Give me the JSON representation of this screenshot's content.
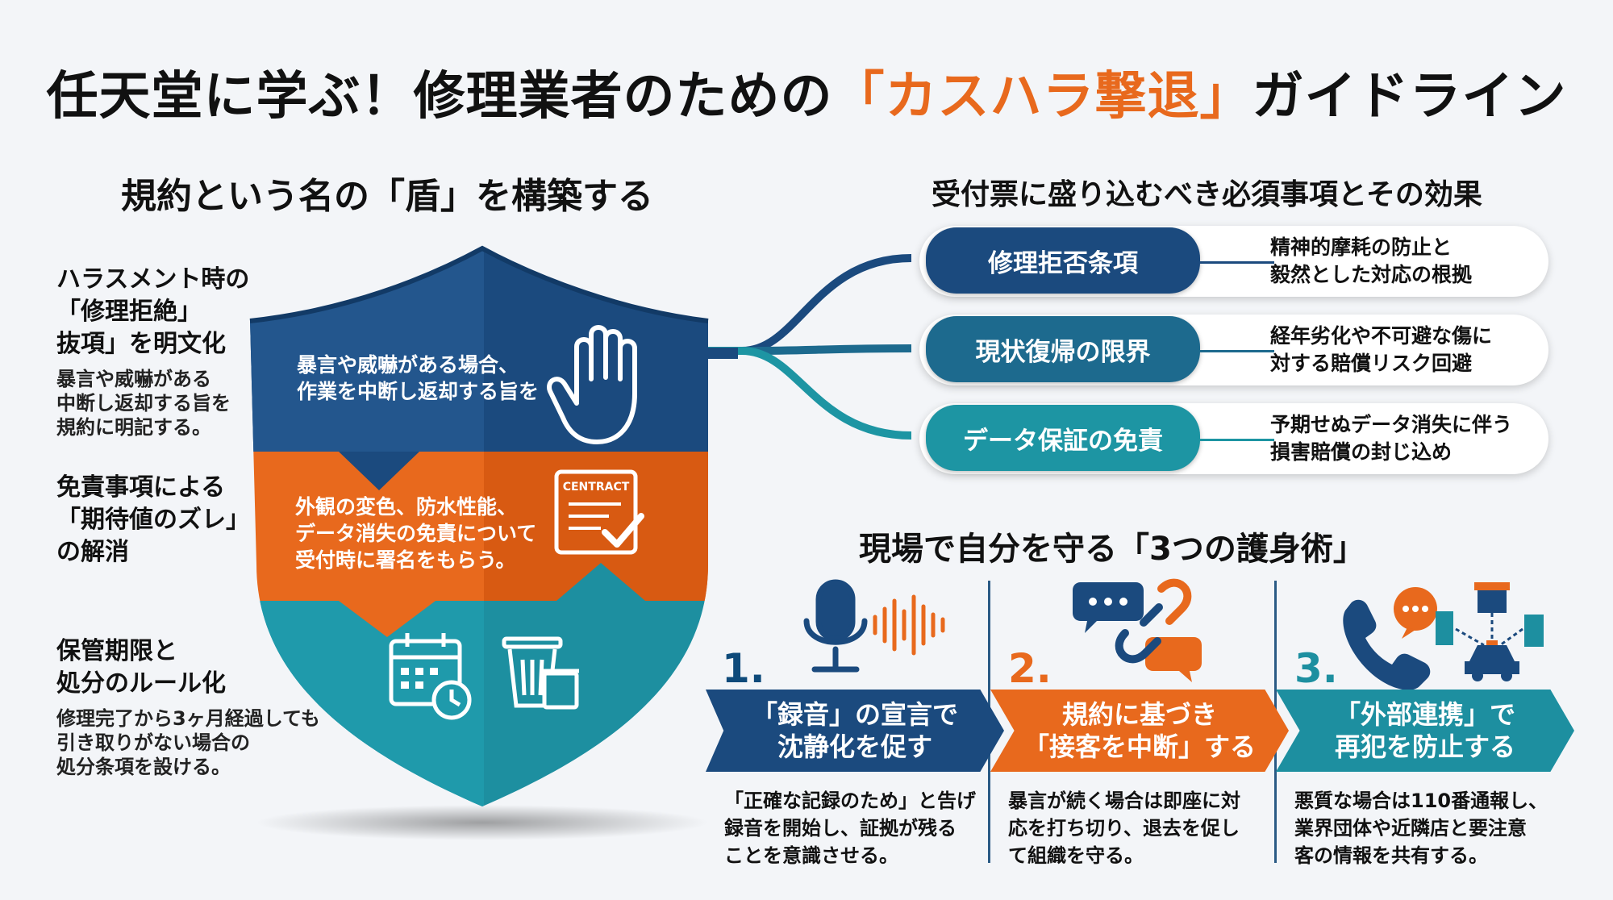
{
  "title": {
    "prefix": "任天堂に学ぶ！修理業者のための",
    "accent": "「カスハラ撃退」",
    "suffix": "ガイドライン",
    "accent_color": "#e8691d"
  },
  "left_heading": "規約という名の「盾」を構築する",
  "left_labels": [
    {
      "title_lines": [
        "ハラスメント時の",
        "「修理拒絶」",
        "抜項」を明文化"
      ],
      "desc_lines": [
        "暴言や威嚇がある",
        "中断し返却する旨を",
        "規約に明記する。"
      ]
    },
    {
      "title_lines": [
        "免責事項による",
        "「期待値のズレ」",
        "の解消"
      ],
      "desc_lines": []
    },
    {
      "title_lines": [
        "保管期限と",
        "処分のルール化"
      ],
      "desc_lines": [
        "修理完了から3ヶ月経過しても",
        "引き取りがない場合の",
        "処分条項を設ける。"
      ]
    }
  ],
  "shield": {
    "top_text": [
      "暴言や威嚇がある場合、",
      "作業を中断し返却する旨を"
    ],
    "middle_text": [
      "外観の変色、防水性能、",
      "データ消失の免責について",
      "受付時に署名をもらう。"
    ],
    "contract_label": "CENTRACT",
    "colors": {
      "navy": "#1b4a7e",
      "orange": "#e8691d",
      "teal": "#1d8fa0"
    },
    "icons": [
      "stop-hand-icon",
      "contract-check-icon",
      "calendar-clock-icon",
      "trash-bin-icon"
    ]
  },
  "right_heading": "受付票に盛り込むべき必須事項とその効果",
  "items": [
    {
      "label": "修理拒否条項",
      "desc": [
        "精神的摩耗の防止と",
        "毅然とした対応の根拠"
      ],
      "color": "#1b4a7e"
    },
    {
      "label": "現状復帰の限界",
      "desc": [
        "経年劣化や不可避な傷に",
        "対する賠償リスク回避"
      ],
      "color": "#1d6a8e"
    },
    {
      "label": "データ保証の免責",
      "desc": [
        "予期せぬデータ消失に伴う",
        "損害賠償の封じ込め"
      ],
      "color": "#1d95a3"
    }
  ],
  "tactics_heading": "現場で自分を守る「3つの護身術」",
  "tactics": [
    {
      "num": "1.",
      "banner": [
        "「録音」の宣言で",
        "沈静化を促す"
      ],
      "desc": [
        "「正確な記録のため」と告げ",
        "録音を開始し、証拠が残る",
        "ことを意識させる。"
      ],
      "color": "#1b4a7e",
      "icons": [
        "microphone-icon",
        "sound-wave-icon"
      ]
    },
    {
      "num": "2.",
      "banner": [
        "規約に基づき",
        "「接客を中断」する"
      ],
      "desc": [
        "暴言が続く場合は即座に対",
        "応を打ち切り、退去を促し",
        "て組織を守る。"
      ],
      "color": "#e8691d",
      "icons": [
        "chat-bubble-icon",
        "broken-link-icon"
      ]
    },
    {
      "num": "3.",
      "banner": [
        "「外部連携」で",
        "再犯を防止する"
      ],
      "desc": [
        "悪質な場合は110番通報し、",
        "業界団体や近隣店と要注意",
        "客の情報を共有する。"
      ],
      "color": "#1d8fa0",
      "icons": [
        "phone-icon",
        "network-icon"
      ]
    }
  ]
}
